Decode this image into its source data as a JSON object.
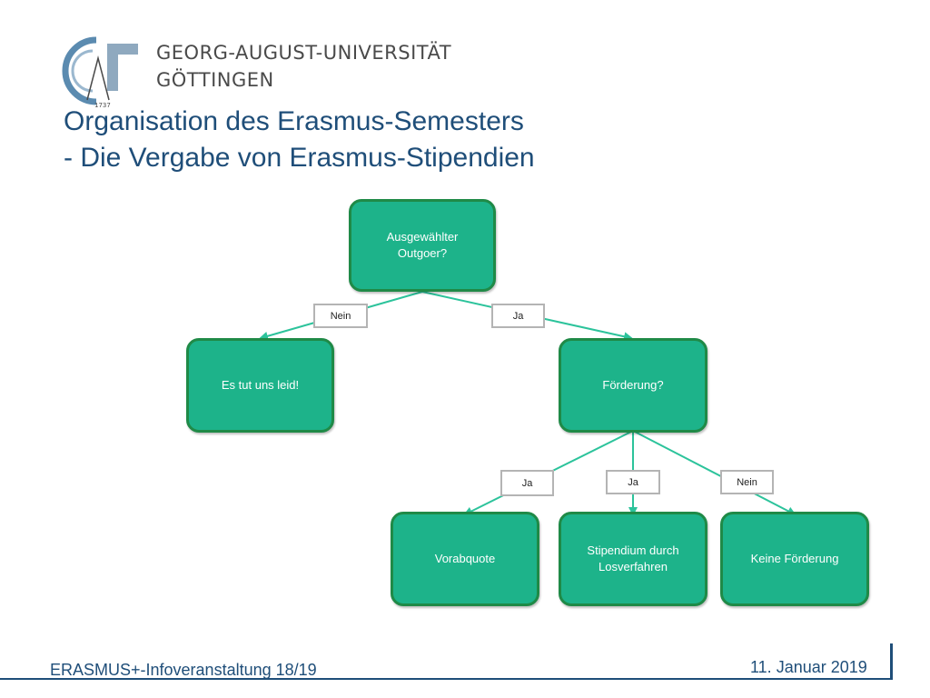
{
  "header": {
    "university_line1": "GEORG-AUGUST-UNIVERSITÄT",
    "university_line2": "GÖTTINGEN",
    "logo_icon": "goettingen-university-logo",
    "logo_year": "1737"
  },
  "slide": {
    "title_line1": "Organisation des Erasmus-Semesters",
    "title_line2": "- Die Vergabe von Erasmus-Stipendien"
  },
  "flowchart": {
    "nodes": {
      "root": "Ausgewählter\nOutgoer?",
      "no_outcome": "Es tut uns leid!",
      "funding": "Förderung?",
      "quota": "Vorabquote",
      "lottery": "Stipendium durch\nLosverfahren",
      "no_funding": "Keine Förderung"
    },
    "edge_labels": {
      "root_no": "Nein",
      "root_yes": "Ja",
      "funding_yes_quota": "Ja",
      "funding_yes_lottery": "Ja",
      "funding_no": "Nein"
    },
    "colors": {
      "node_fill": "#1db38a",
      "node_border": "#1f8a47",
      "edge": "#2cc39b"
    }
  },
  "footer": {
    "event": "ERASMUS+-Infoveranstaltung 18/19",
    "date": "11. Januar 2019"
  }
}
